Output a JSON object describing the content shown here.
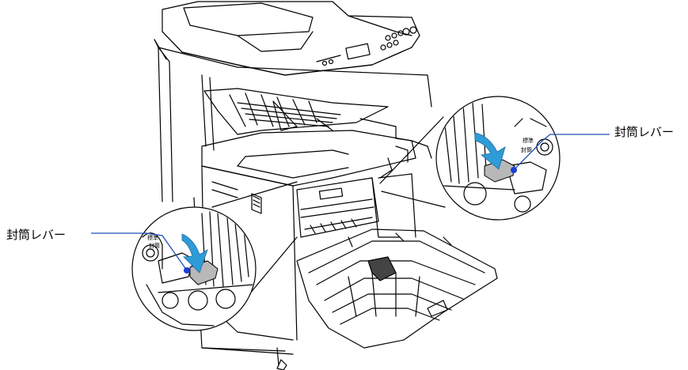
{
  "callouts": {
    "left_label": "封筒レバー",
    "right_label": "封筒レバー"
  },
  "lever_marks": {
    "standard": "標準",
    "envelope": "封筒"
  },
  "colors": {
    "line": "#000000",
    "leader": "#1f4fb5",
    "dot": "#1a3fd6",
    "arrow": "#2f9bd7",
    "lever": "#b8b8b8"
  },
  "icons": [
    "printer",
    "down-arrow",
    "envelope-lever"
  ]
}
